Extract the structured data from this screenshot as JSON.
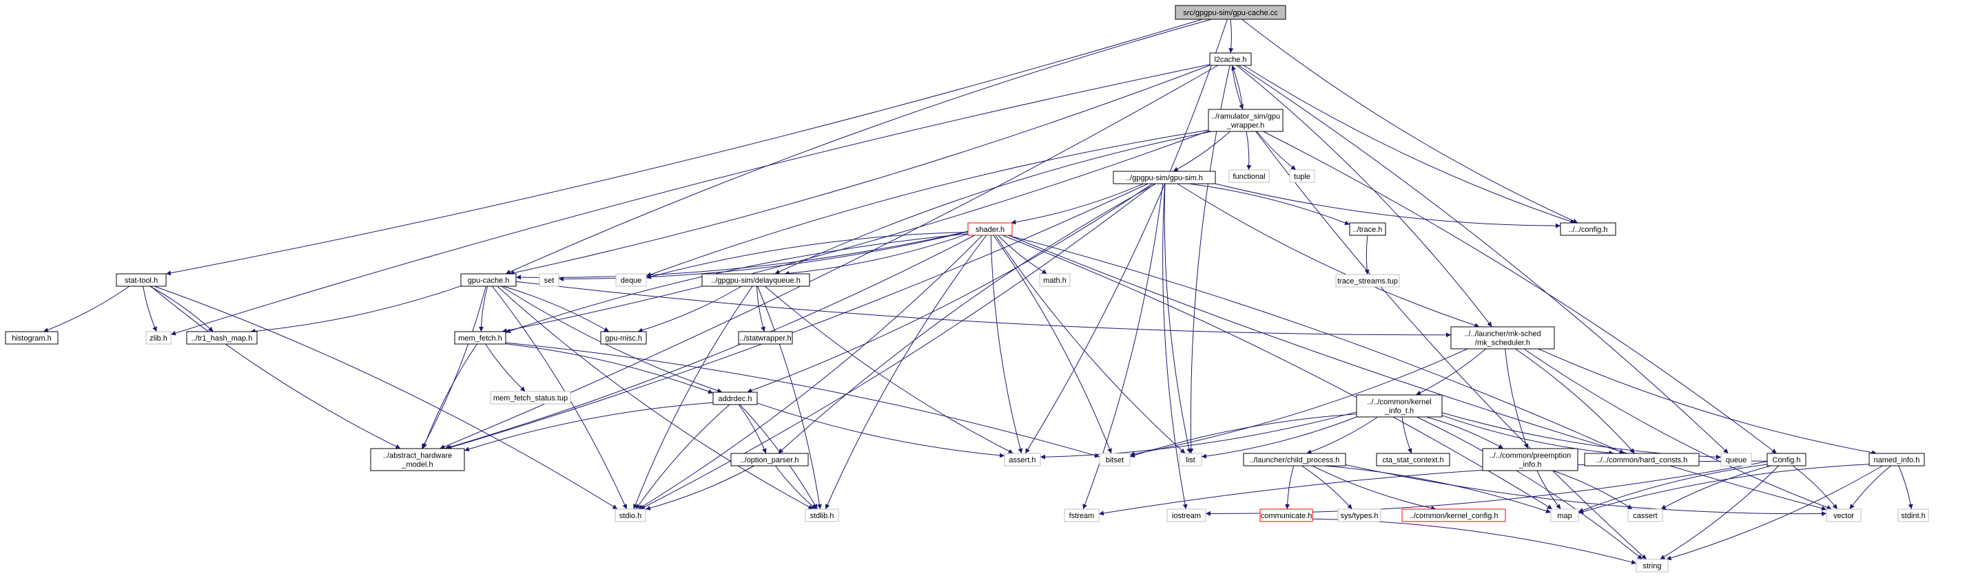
{
  "graph": {
    "colors": {
      "edge": "#191970",
      "border_linked": "#000000",
      "border_external": "#bfbfbf",
      "border_incomplete": "#ff0000",
      "root_fill": "#bfbfbf",
      "node_fill": "#ffffff",
      "text": "#000000"
    },
    "nodes": [
      {
        "id": "root",
        "lines": [
          "src/gpgpu-sim/gpu-cache.cc"
        ],
        "style": "root"
      },
      {
        "id": "l2cache",
        "lines": [
          "l2cache.h"
        ],
        "style": "linked"
      },
      {
        "id": "ramulator",
        "lines": [
          "../ramulator_sim/gpu",
          "_wrapper.h"
        ],
        "style": "linked"
      },
      {
        "id": "functional",
        "lines": [
          "functional"
        ],
        "style": "external"
      },
      {
        "id": "tuple",
        "lines": [
          "tuple"
        ],
        "style": "external"
      },
      {
        "id": "gpusim",
        "lines": [
          "../gpgpu-sim/gpu-sim.h"
        ],
        "style": "linked"
      },
      {
        "id": "config",
        "lines": [
          "../../config.h"
        ],
        "style": "linked"
      },
      {
        "id": "trace",
        "lines": [
          "../trace.h"
        ],
        "style": "linked"
      },
      {
        "id": "tracestreams",
        "lines": [
          "trace_streams.tup"
        ],
        "style": "external"
      },
      {
        "id": "shader",
        "lines": [
          "shader.h"
        ],
        "style": "incomplete"
      },
      {
        "id": "set",
        "lines": [
          "set"
        ],
        "style": "external"
      },
      {
        "id": "deque",
        "lines": [
          "deque"
        ],
        "style": "external"
      },
      {
        "id": "delayqueue",
        "lines": [
          "../gpgpu-sim/delayqueue.h"
        ],
        "style": "linked"
      },
      {
        "id": "math",
        "lines": [
          "math.h"
        ],
        "style": "external"
      },
      {
        "id": "gpucacheh",
        "lines": [
          "gpu-cache.h"
        ],
        "style": "linked"
      },
      {
        "id": "stattool",
        "lines": [
          "stat-tool.h"
        ],
        "style": "linked"
      },
      {
        "id": "histogram",
        "lines": [
          "histogram.h"
        ],
        "style": "linked"
      },
      {
        "id": "zlib",
        "lines": [
          "zlib.h"
        ],
        "style": "external"
      },
      {
        "id": "tr1",
        "lines": [
          "../tr1_hash_map.h"
        ],
        "style": "linked"
      },
      {
        "id": "memfetch",
        "lines": [
          "mem_fetch.h"
        ],
        "style": "linked"
      },
      {
        "id": "memfetchstatus",
        "lines": [
          "mem_fetch_status.tup"
        ],
        "style": "external"
      },
      {
        "id": "gpumisc",
        "lines": [
          "gpu-misc.h"
        ],
        "style": "linked"
      },
      {
        "id": "statwrapper",
        "lines": [
          "../statwrapper.h"
        ],
        "style": "linked"
      },
      {
        "id": "mksched",
        "lines": [
          "../../launcher/mk-sched",
          "/mk_scheduler.h"
        ],
        "style": "linked"
      },
      {
        "id": "addrdec",
        "lines": [
          "addrdec.h"
        ],
        "style": "linked"
      },
      {
        "id": "abstracthw",
        "lines": [
          "../abstract_hardware",
          "_model.h"
        ],
        "style": "linked"
      },
      {
        "id": "optionparser",
        "lines": [
          "../option_parser.h"
        ],
        "style": "linked"
      },
      {
        "id": "kernelinfo",
        "lines": [
          "../../common/kernel",
          "_info_t.h"
        ],
        "style": "linked"
      },
      {
        "id": "assert",
        "lines": [
          "assert.h"
        ],
        "style": "external"
      },
      {
        "id": "bitset",
        "lines": [
          "bitset"
        ],
        "style": "external"
      },
      {
        "id": "list",
        "lines": [
          "list"
        ],
        "style": "external"
      },
      {
        "id": "ctastat",
        "lines": [
          "cta_stat_context.h"
        ],
        "style": "linked"
      },
      {
        "id": "preemption",
        "lines": [
          "../../common/preemption",
          "_info.h"
        ],
        "style": "linked"
      },
      {
        "id": "hardconsts",
        "lines": [
          "../../common/hard_consts.h"
        ],
        "style": "linked"
      },
      {
        "id": "queue",
        "lines": [
          "queue"
        ],
        "style": "external"
      },
      {
        "id": "configh",
        "lines": [
          "Config.h"
        ],
        "style": "linked"
      },
      {
        "id": "namedinfo",
        "lines": [
          "named_info.h"
        ],
        "style": "linked"
      },
      {
        "id": "childprocess",
        "lines": [
          "../launcher/child_process.h"
        ],
        "style": "linked"
      },
      {
        "id": "communicate",
        "lines": [
          "communicate.h"
        ],
        "style": "incomplete"
      },
      {
        "id": "systypes",
        "lines": [
          "sys/types.h"
        ],
        "style": "external"
      },
      {
        "id": "kernelconfig",
        "lines": [
          "../common/kernel_config.h"
        ],
        "style": "incomplete"
      },
      {
        "id": "map",
        "lines": [
          "map"
        ],
        "style": "external"
      },
      {
        "id": "cassert",
        "lines": [
          "cassert"
        ],
        "style": "external"
      },
      {
        "id": "vector",
        "lines": [
          "vector"
        ],
        "style": "external"
      },
      {
        "id": "stdint",
        "lines": [
          "stdint.h"
        ],
        "style": "external"
      },
      {
        "id": "fstream",
        "lines": [
          "fstream"
        ],
        "style": "external"
      },
      {
        "id": "iostream",
        "lines": [
          "iostream"
        ],
        "style": "external"
      },
      {
        "id": "stdio",
        "lines": [
          "stdio.h"
        ],
        "style": "external"
      },
      {
        "id": "stdlib",
        "lines": [
          "stdlib.h"
        ],
        "style": "external"
      },
      {
        "id": "string",
        "lines": [
          "string"
        ],
        "style": "external"
      }
    ],
    "edges": [
      [
        "root",
        "l2cache"
      ],
      [
        "root",
        "gpucacheh"
      ],
      [
        "root",
        "stattool"
      ],
      [
        "root",
        "config"
      ],
      [
        "root",
        "assert"
      ],
      [
        "l2cache",
        "ramulator"
      ],
      [
        "l2cache",
        "gpucacheh"
      ],
      [
        "l2cache",
        "zlib"
      ],
      [
        "l2cache",
        "abstracthw"
      ],
      [
        "l2cache",
        "config"
      ],
      [
        "l2cache",
        "mksched"
      ],
      [
        "l2cache",
        "list"
      ],
      [
        "l2cache",
        "queue"
      ],
      [
        "ramulator",
        "l2cache"
      ],
      [
        "ramulator",
        "functional"
      ],
      [
        "ramulator",
        "tuple"
      ],
      [
        "ramulator",
        "gpusim"
      ],
      [
        "ramulator",
        "delayqueue"
      ],
      [
        "ramulator",
        "memfetch"
      ],
      [
        "ramulator",
        "deque"
      ],
      [
        "ramulator",
        "configh"
      ],
      [
        "ramulator",
        "string"
      ],
      [
        "gpusim",
        "shader"
      ],
      [
        "gpusim",
        "config"
      ],
      [
        "gpusim",
        "trace"
      ],
      [
        "gpusim",
        "mksched"
      ],
      [
        "gpusim",
        "addrdec"
      ],
      [
        "gpusim",
        "optionparser"
      ],
      [
        "gpusim",
        "abstracthw"
      ],
      [
        "gpusim",
        "list"
      ],
      [
        "gpusim",
        "fstream"
      ],
      [
        "gpusim",
        "iostream"
      ],
      [
        "gpusim",
        "stdio"
      ],
      [
        "trace",
        "tracestreams"
      ],
      [
        "shader",
        "set"
      ],
      [
        "shader",
        "deque"
      ],
      [
        "shader",
        "delayqueue"
      ],
      [
        "shader",
        "math"
      ],
      [
        "shader",
        "gpucacheh"
      ],
      [
        "shader",
        "memfetch"
      ],
      [
        "shader",
        "abstracthw"
      ],
      [
        "shader",
        "assert"
      ],
      [
        "shader",
        "bitset"
      ],
      [
        "shader",
        "list"
      ],
      [
        "shader",
        "map"
      ],
      [
        "shader",
        "vector"
      ],
      [
        "shader",
        "stdio"
      ],
      [
        "shader",
        "stdlib"
      ],
      [
        "shader",
        "hardconsts"
      ],
      [
        "delayqueue",
        "statwrapper"
      ],
      [
        "delayqueue",
        "gpumisc"
      ],
      [
        "delayqueue",
        "stdio"
      ],
      [
        "delayqueue",
        "stdlib"
      ],
      [
        "delayqueue",
        "assert"
      ],
      [
        "gpucacheh",
        "tr1"
      ],
      [
        "gpucacheh",
        "memfetch"
      ],
      [
        "gpucacheh",
        "gpumisc"
      ],
      [
        "gpucacheh",
        "addrdec"
      ],
      [
        "gpucacheh",
        "abstracthw"
      ],
      [
        "gpucacheh",
        "mksched"
      ],
      [
        "gpucacheh",
        "stdio"
      ],
      [
        "gpucacheh",
        "stdlib"
      ],
      [
        "stattool",
        "histogram"
      ],
      [
        "stattool",
        "zlib"
      ],
      [
        "stattool",
        "tr1"
      ],
      [
        "stattool",
        "abstracthw"
      ],
      [
        "stattool",
        "stdio"
      ],
      [
        "memfetch",
        "memfetchstatus"
      ],
      [
        "memfetch",
        "addrdec"
      ],
      [
        "memfetch",
        "abstracthw"
      ],
      [
        "memfetch",
        "bitset"
      ],
      [
        "addrdec",
        "abstracthw"
      ],
      [
        "addrdec",
        "optionparser"
      ],
      [
        "addrdec",
        "stdio"
      ],
      [
        "addrdec",
        "stdlib"
      ],
      [
        "addrdec",
        "assert"
      ],
      [
        "optionparser",
        "stdio"
      ],
      [
        "optionparser",
        "stdlib"
      ],
      [
        "mksched",
        "kernelinfo"
      ],
      [
        "mksched",
        "preemption"
      ],
      [
        "mksched",
        "hardconsts"
      ],
      [
        "mksched",
        "namedinfo"
      ],
      [
        "mksched",
        "bitset"
      ],
      [
        "mksched",
        "vector"
      ],
      [
        "kernelinfo",
        "childprocess"
      ],
      [
        "kernelinfo",
        "ctastat"
      ],
      [
        "kernelinfo",
        "preemption"
      ],
      [
        "kernelinfo",
        "hardconsts"
      ],
      [
        "kernelinfo",
        "assert"
      ],
      [
        "kernelinfo",
        "bitset"
      ],
      [
        "kernelinfo",
        "list"
      ],
      [
        "kernelinfo",
        "queue"
      ],
      [
        "kernelinfo",
        "string"
      ],
      [
        "preemption",
        "map"
      ],
      [
        "preemption",
        "cassert"
      ],
      [
        "configh",
        "fstream"
      ],
      [
        "configh",
        "iostream"
      ],
      [
        "configh",
        "map"
      ],
      [
        "configh",
        "vector"
      ],
      [
        "configh",
        "cassert"
      ],
      [
        "configh",
        "string"
      ],
      [
        "namedinfo",
        "vector"
      ],
      [
        "namedinfo",
        "stdint"
      ],
      [
        "namedinfo",
        "map"
      ],
      [
        "namedinfo",
        "string"
      ],
      [
        "childprocess",
        "communicate"
      ],
      [
        "childprocess",
        "systypes"
      ],
      [
        "childprocess",
        "kernelconfig"
      ],
      [
        "childprocess",
        "map"
      ],
      [
        "childprocess",
        "vector"
      ],
      [
        "communicate",
        "string"
      ]
    ]
  }
}
